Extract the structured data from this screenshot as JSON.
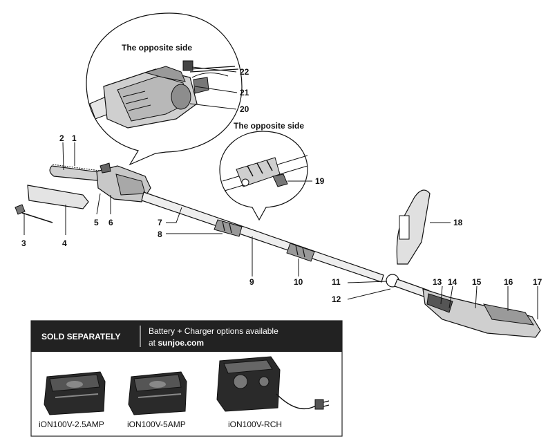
{
  "bubble_large": {
    "caption": "The opposite side"
  },
  "bubble_small": {
    "caption": "The opposite side"
  },
  "callouts": [
    "1",
    "2",
    "3",
    "4",
    "5",
    "6",
    "7",
    "8",
    "9",
    "10",
    "11",
    "12",
    "13",
    "14",
    "15",
    "16",
    "17",
    "18",
    "19",
    "20",
    "21",
    "22"
  ],
  "sold_separately": {
    "header": "SOLD SEPARATELY",
    "info_line1": "Battery + Charger options available",
    "info_line2_prefix": "at ",
    "info_line2_site": "sunjoe.com",
    "items": [
      {
        "label": "iON100V-2.5AMP",
        "icon": "battery-2-5ah-icon"
      },
      {
        "label": "iON100V-5AMP",
        "icon": "battery-5ah-icon"
      },
      {
        "label": "iON100V-RCH",
        "icon": "charger-icon"
      }
    ]
  },
  "colors": {
    "panel_header": "#222222",
    "line": "#111111",
    "part_fill": "#d8d8d8"
  }
}
